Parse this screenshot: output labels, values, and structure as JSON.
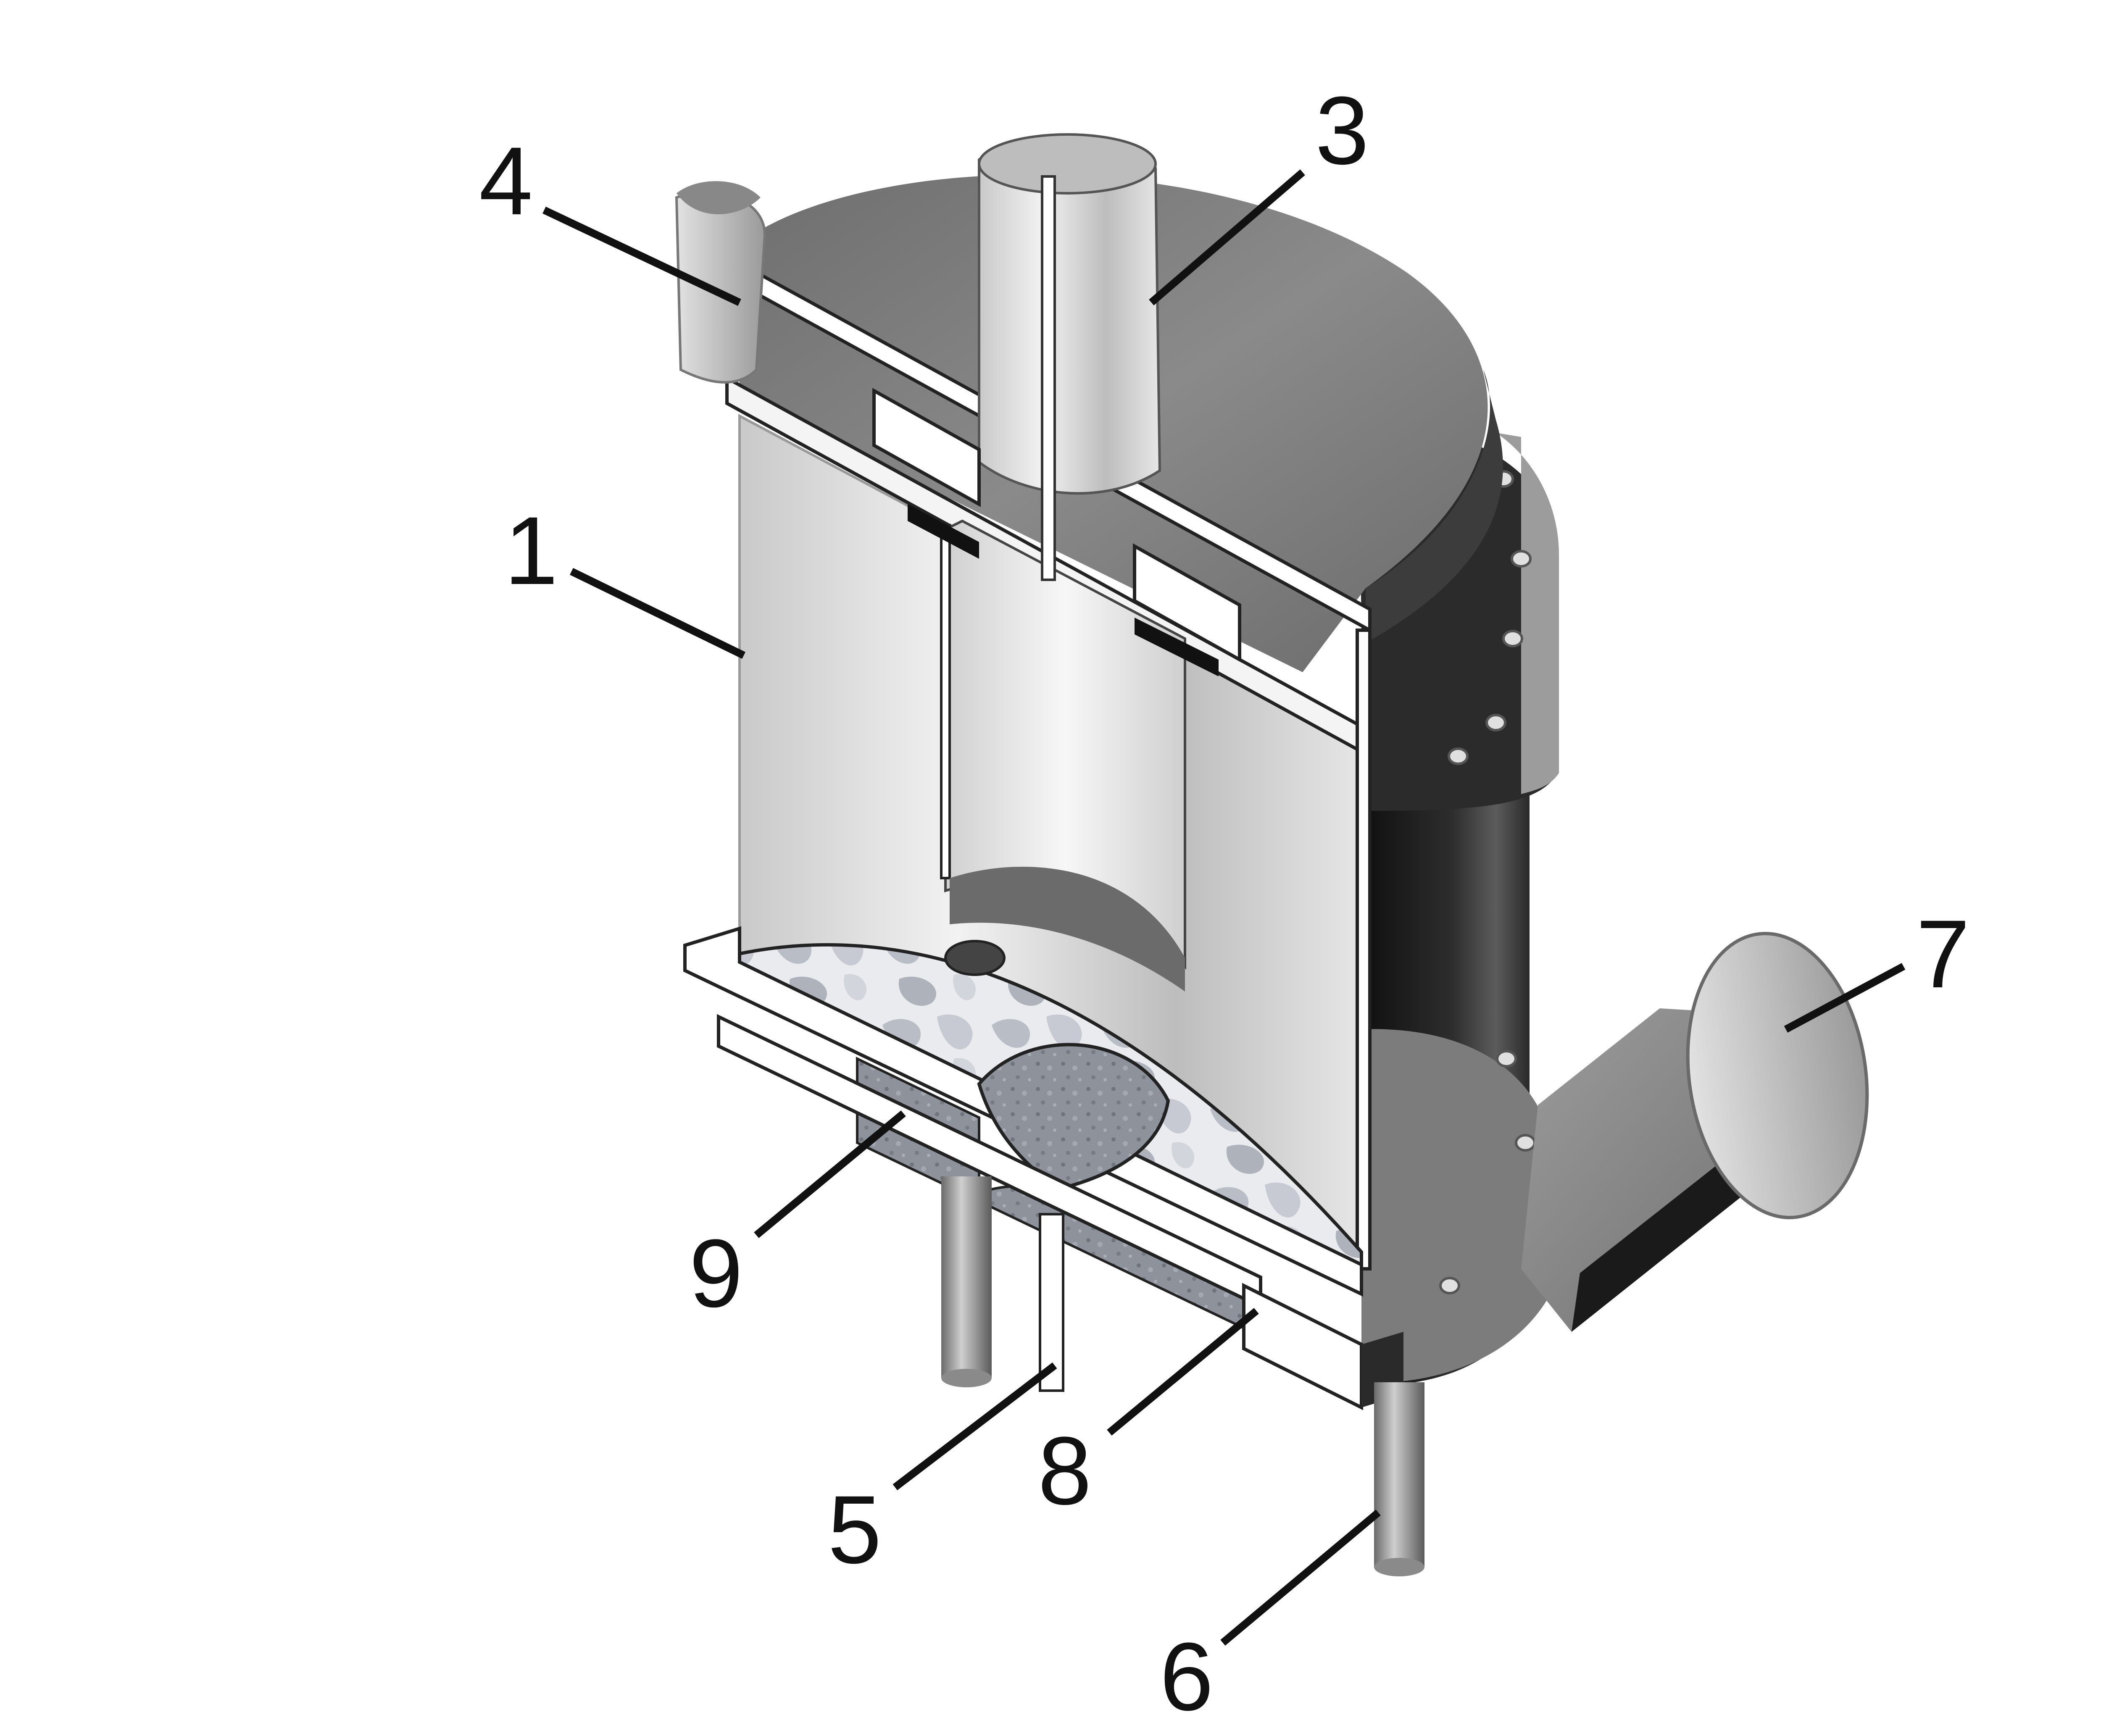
{
  "diagram": {
    "labels": [
      {
        "id": "1",
        "text": "1"
      },
      {
        "id": "3",
        "text": "3"
      },
      {
        "id": "4",
        "text": "4"
      },
      {
        "id": "5",
        "text": "5"
      },
      {
        "id": "6",
        "text": "6"
      },
      {
        "id": "7",
        "text": "7"
      },
      {
        "id": "8",
        "text": "8"
      },
      {
        "id": "9",
        "text": "9"
      }
    ],
    "colors": {
      "background": "#ffffff",
      "line": "#111111",
      "metal_dark": "#1c1c1c",
      "metal_mid": "#7a7a7a",
      "metal_light": "#d9d9d9",
      "filter_media": "#b8bcc4"
    }
  }
}
